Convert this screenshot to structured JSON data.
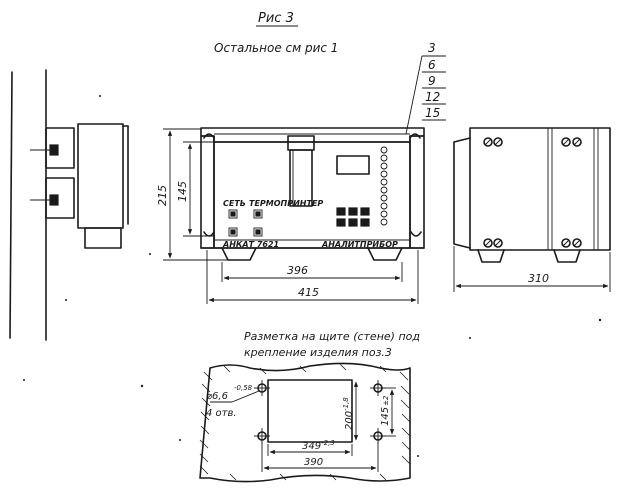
{
  "figure": {
    "title": "Рис 3",
    "note": "Остальное см рис 1"
  },
  "callouts": [
    "3",
    "6",
    "9",
    "12",
    "15"
  ],
  "front_view": {
    "panel_labels": {
      "set": "СЕТЬ",
      "printer": "ТЕРМОПРИНТЕР",
      "model": "АНКАТ 7621",
      "maker": "АНАЛИТПРИБОР"
    },
    "dims": {
      "height_outer": "215",
      "height_inner": "145",
      "width_inner": "396",
      "width_outer": "415"
    }
  },
  "side_view": {
    "dims": {
      "depth": "310"
    }
  },
  "marking": {
    "caption_line1": "Разметка на щите (стене) под",
    "caption_line2": "крепление изделия поз.3",
    "dims": {
      "hole_dia": "6,6",
      "hole_tol": "-0,58",
      "hole_count": "4 отв.",
      "cut_height": "200",
      "cut_height_tol": "-1,8",
      "hole_spacing_v": "145",
      "hole_spacing_v_tol": "±2",
      "cut_width": "349",
      "cut_width_tol": "-2,3",
      "hole_spacing_h": "390"
    }
  }
}
